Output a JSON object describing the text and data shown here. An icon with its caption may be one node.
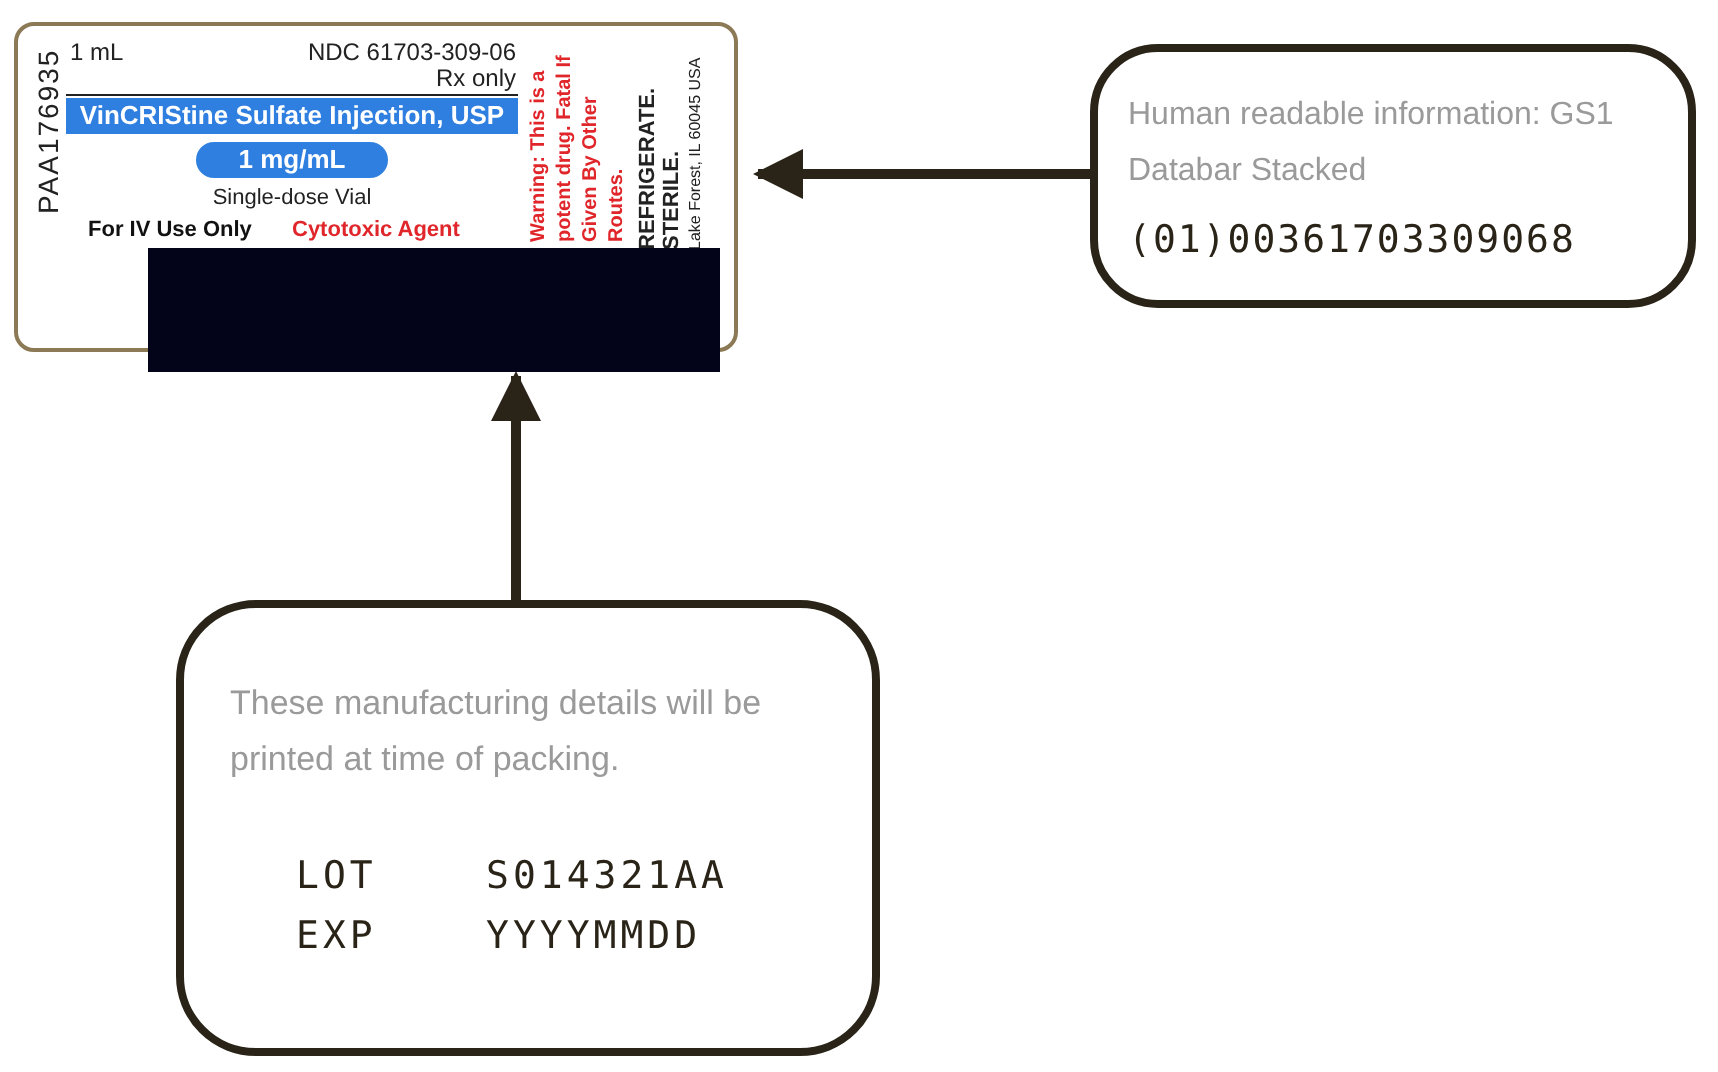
{
  "diagram": {
    "nodes": [
      {
        "text": [
          "1 mL",
          "NDC 61703-309-06",
          "Rx only",
          "VinCRIStine Sulfate Injection, USP",
          "1 mg/mL",
          "Single-dose Vial",
          "For IV Use Only",
          "Cytotoxic Agent",
          "PAA176935",
          "Warning: This is a potent drug. Fatal If Given By Other Routes.",
          "REFRIGERATE.",
          "STERILE.",
          "Lake Forest, IL 60045 USA"
        ]
      },
      {
        "text": [],
        "shape": "box"
      },
      {
        "text": [
          "Human readable information: GS1 Databar Stacked",
          "(01)00361703309068"
        ]
      },
      {
        "text": [
          "These manufacturing details will be printed at time of packing.",
          "LOT",
          "S014321AA",
          "EXP",
          "YYYYMMDD"
        ]
      }
    ],
    "edges": [
      {
        "from": 2,
        "to": 0,
        "arrow": "to"
      },
      {
        "from": 3,
        "to": 1,
        "arrow": "to"
      }
    ]
  }
}
